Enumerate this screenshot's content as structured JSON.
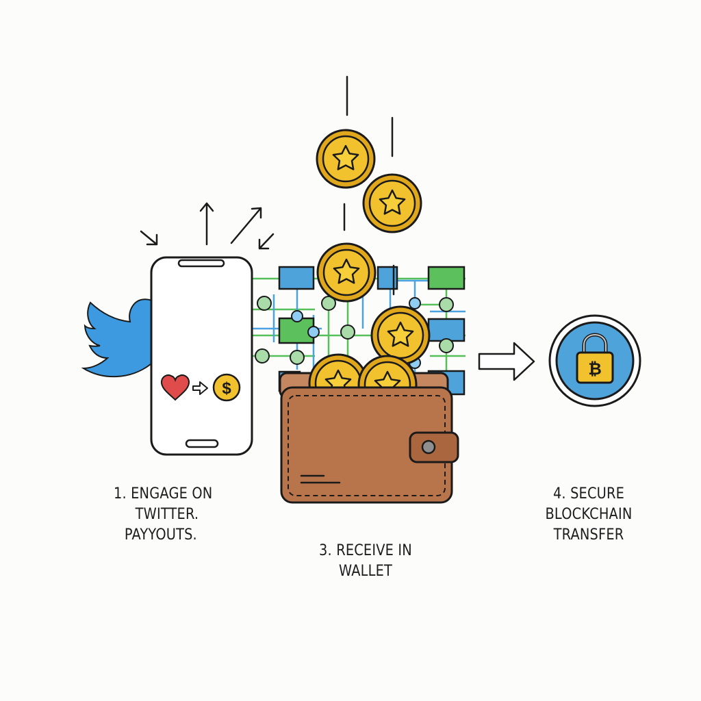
{
  "steps": {
    "step1": {
      "line1": "1. ENGAGE ON",
      "line2": "TWITTER.",
      "line3": "PAYYOUTS."
    },
    "step3": {
      "line1": "3. RECEIVE IN",
      "line2": "WALLET"
    },
    "step4": {
      "line1": "4. SECURE",
      "line2": "BLOCKCHAIN",
      "line3": "TRANSFER"
    }
  },
  "icons": {
    "twitter": "twitter-bird-icon",
    "heart": "heart-icon",
    "dollar": "dollar-coin-icon",
    "coin": "star-coin-icon",
    "lock": "bitcoin-padlock-icon",
    "bitcoin_symbol": "₿",
    "dollar_symbol": "$"
  },
  "colors": {
    "twitter_blue": "#3d9ae0",
    "coin_gold": "#f2c12e",
    "wallet_brown": "#b8744a",
    "block_blue": "#4fa3db",
    "block_green": "#5cc05c",
    "heart_red": "#e04b4b",
    "lock_badge_blue": "#4fa3db"
  }
}
